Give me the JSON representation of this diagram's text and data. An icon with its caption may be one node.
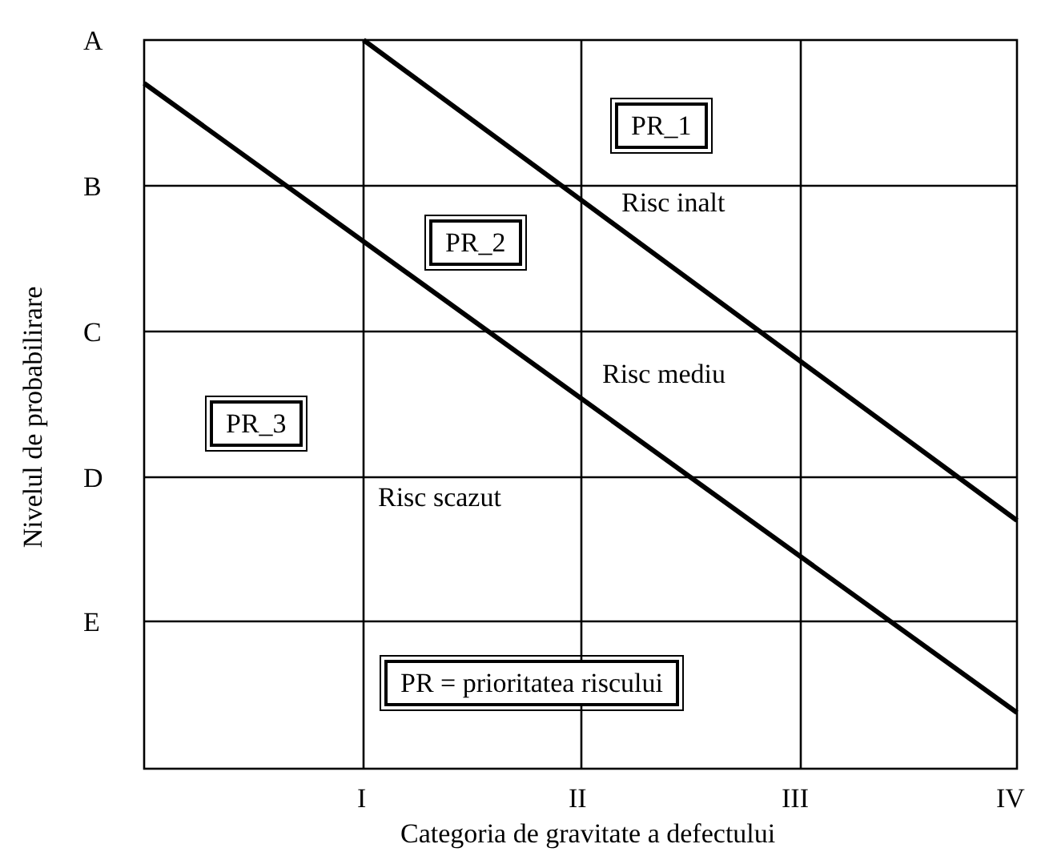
{
  "diagram": {
    "nodes": [
      {
        "text": [
          "PR_1"
        ]
      },
      {
        "text": [
          "PR_2"
        ]
      },
      {
        "text": [
          "PR_3"
        ]
      },
      {
        "text": [
          "PR = prioritatea riscului"
        ]
      }
    ],
    "labels": [
      "A",
      "B",
      "Risc inalt",
      "C",
      "Risc mediu",
      "D",
      "Risc scazut",
      "E",
      "I",
      "II",
      "III",
      "IV",
      "Categoria de gravitate a defectului",
      "Nivelul de probabilirare"
    ]
  }
}
